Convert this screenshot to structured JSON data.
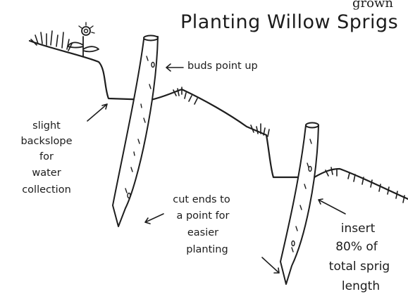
{
  "partial_top_word": "grown",
  "title": "Planting Willow Sprigs",
  "labels": {
    "buds": "buds point up",
    "backslope": [
      "slight",
      "backslope",
      "for",
      "water",
      "collection"
    ],
    "cut_ends": [
      "cut ends to",
      "a point for",
      "easier",
      "planting"
    ],
    "insert": [
      "insert",
      "80% of",
      "total sprig",
      "length"
    ]
  }
}
